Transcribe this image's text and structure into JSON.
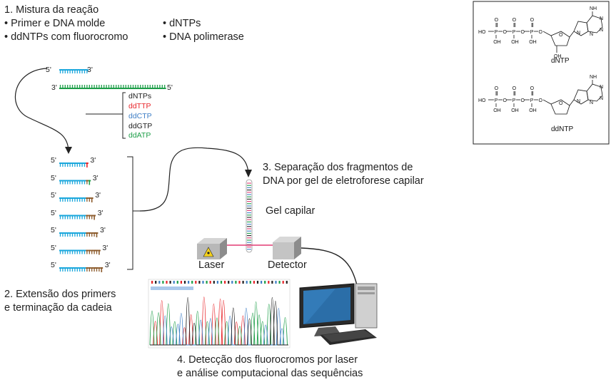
{
  "step1": {
    "title": "1. Mistura da reação",
    "items": [
      "• Primer e DNA molde",
      "• ddNTPs com fluorocromo",
      "• dNTPs",
      "• DNA polimerase"
    ]
  },
  "step2": {
    "line1": "2. Extensão dos primers",
    "line2": "e terminação da cadeia"
  },
  "step3": {
    "line1": "3. Separação dos fragmentos de",
    "line2": "DNA por gel de eletroforese capilar"
  },
  "step4": {
    "line1": "4. Detecção dos fluorocromos por laser",
    "line2": "e análise computacional das sequências"
  },
  "gel_label": "Gel capilar",
  "laser_label": "Laser",
  "detector_label": "Detector",
  "reaction_mix": [
    {
      "label": "dNTPs",
      "color": "#222222"
    },
    {
      "label": "ddTTP",
      "color": "#e8262b"
    },
    {
      "label": "ddCTP",
      "color": "#3f7fc6"
    },
    {
      "label": "ddGTP",
      "color": "#222222"
    },
    {
      "label": "ddATP",
      "color": "#1d9e48"
    }
  ],
  "primer": {
    "five": "5'",
    "three": "3'"
  },
  "template": {
    "three": "3'",
    "five": "5'"
  },
  "fragments": [
    {
      "five": "5'",
      "three": "3'",
      "extension": 0,
      "terminator_color": "#e8262b"
    },
    {
      "five": "5'",
      "three": "3'",
      "extension": 1,
      "terminator_color": "#1d9e48"
    },
    {
      "five": "5'",
      "three": "3'",
      "extension": 2,
      "terminator_color": "#8b5a2b"
    },
    {
      "five": "5'",
      "three": "3'",
      "extension": 3,
      "terminator_color": "#8b5a2b"
    },
    {
      "five": "5'",
      "three": "3'",
      "extension": 4,
      "terminator_color": "#8b5a2b"
    },
    {
      "five": "5'",
      "three": "3'",
      "extension": 5,
      "terminator_color": "#8b5a2b"
    },
    {
      "five": "5'",
      "three": "3'",
      "extension": 6,
      "terminator_color": "#8b5a2b"
    }
  ],
  "chem": {
    "dntp_label": "dNTP",
    "ddntp_label": "ddNTP",
    "oh": "OH",
    "ho": "HO",
    "p": "P",
    "o": "O",
    "nh2": "NH",
    "n": "N"
  },
  "colors": {
    "primer": "#1aa7dc",
    "template": "#1d9e48",
    "extension": "#8b5a2b",
    "beam": "#e23b74"
  }
}
